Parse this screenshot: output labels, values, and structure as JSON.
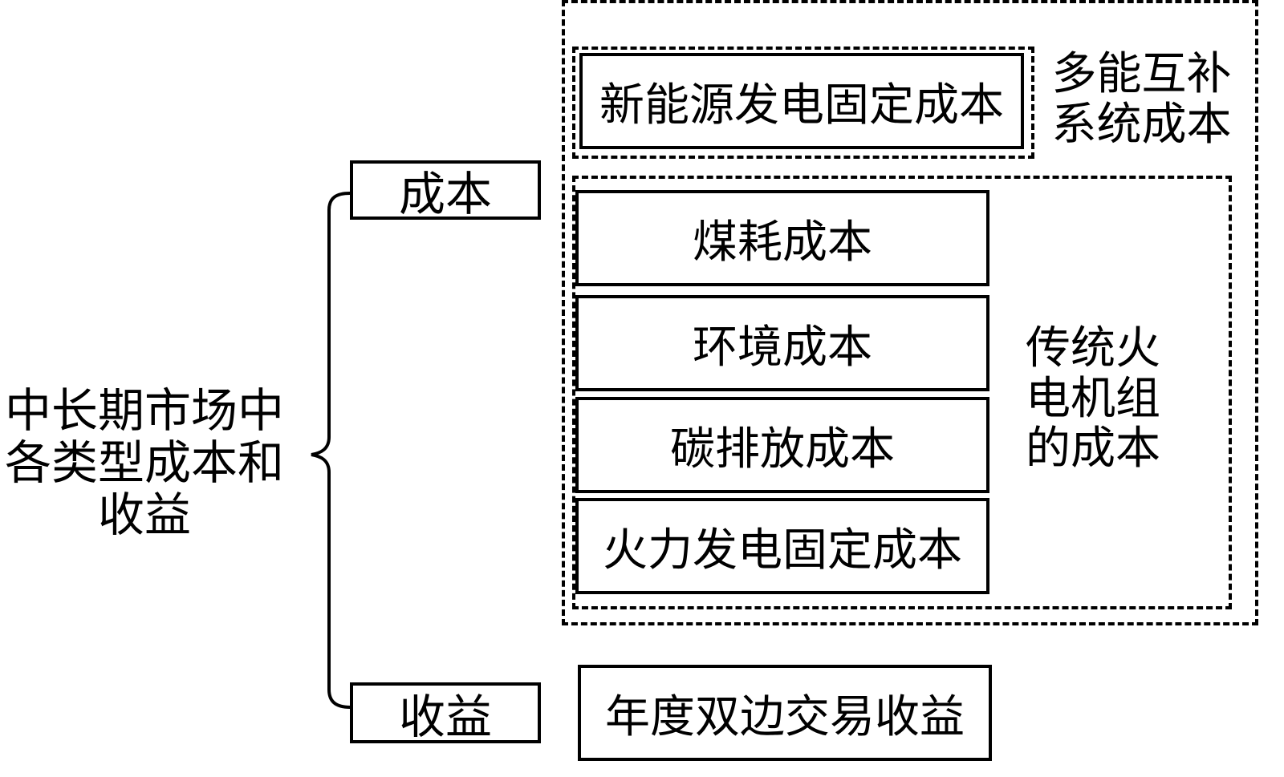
{
  "root": {
    "lines": [
      "中长期市场中",
      "各类型成本和",
      "收益"
    ]
  },
  "cost": {
    "label": "成本"
  },
  "revenue": {
    "label": "收益",
    "item": "年度双边交易收益"
  },
  "multi_energy": {
    "lines": [
      "多能互补",
      "系统成本"
    ],
    "items": [
      "新能源发电固定成本"
    ]
  },
  "thermal": {
    "lines": [
      "传统火",
      "电机组",
      "的成本"
    ],
    "items": [
      "煤耗成本",
      "环境成本",
      "碳排放成本",
      "火力发电固定成本"
    ]
  }
}
